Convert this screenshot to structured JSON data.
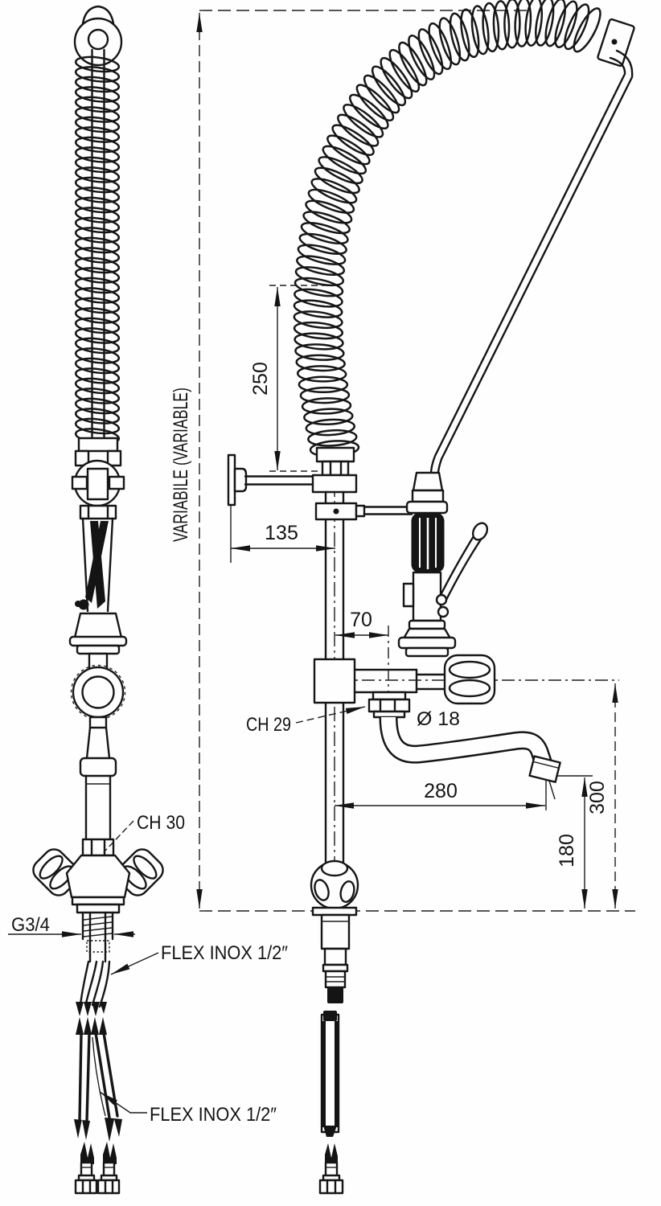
{
  "meta": {
    "drawing_type": "technical dimensional drawing",
    "subject": "pre-rinse spray unit with swing spout (front and side views)",
    "ink_color": "#161616",
    "paper_color": "#fefefe"
  },
  "side_view": {
    "overall_height_label": "VARIABILE (VARIABLE)",
    "dim_coil_drop": "250",
    "dim_wall_bracket_offset": "135",
    "dim_spout_axis_offset": "70",
    "label_spout_nut": "CH 29",
    "label_spout_diameter": "Ø 18",
    "dim_spout_reach": "280",
    "dim_tee_centre_height": "300",
    "dim_outlet_height": "180"
  },
  "front_view": {
    "label_body_nut": "CH 30",
    "label_inlet_thread": "G3/4",
    "label_hose_upper": "FLEX INOX 1/2″",
    "label_hose_lower": "FLEX INOX 1/2″"
  }
}
